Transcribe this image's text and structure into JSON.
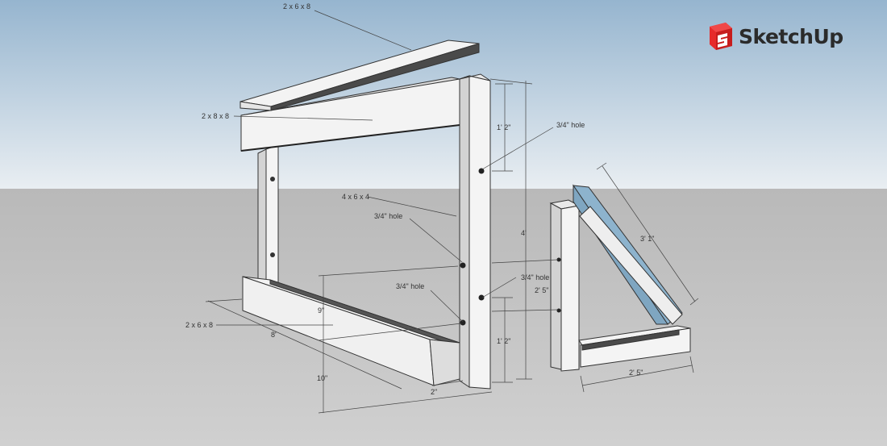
{
  "brand": {
    "name": "SketchUp",
    "logo_color": "#e62a2a"
  },
  "colors": {
    "sky_top": "#96b5cf",
    "sky_bottom": "#e9eef2",
    "ground": "#bdbdbd",
    "wood": "#f2f2f2",
    "wood_shade": "#d9d9d9",
    "wood_dark": "#4a4a4a",
    "brace_blue": "#8db3cd"
  },
  "labels": {
    "top_board": "2 x 6 x 8",
    "top_beam": "2 x 8 x 8",
    "post": "4 x 6 x 4",
    "bottom_board": "2 x 6 x 8",
    "hole_1": "3/4\" hole",
    "hole_2": "3/4\" hole",
    "hole_3": "3/4\" hole",
    "hole_4": "3/4\" hole"
  },
  "dimensions": {
    "top_hole_offset": "1' 2\"",
    "post_height": "4'",
    "hole_spacing": "2' 5\"",
    "bottom_hole_offset": "1' 2\"",
    "board_length": "8'",
    "nine_in": "9\"",
    "ten_in": "10\"",
    "two_in": "2\"",
    "brace_length": "3' 1\"",
    "base_length": "2' 5\""
  }
}
